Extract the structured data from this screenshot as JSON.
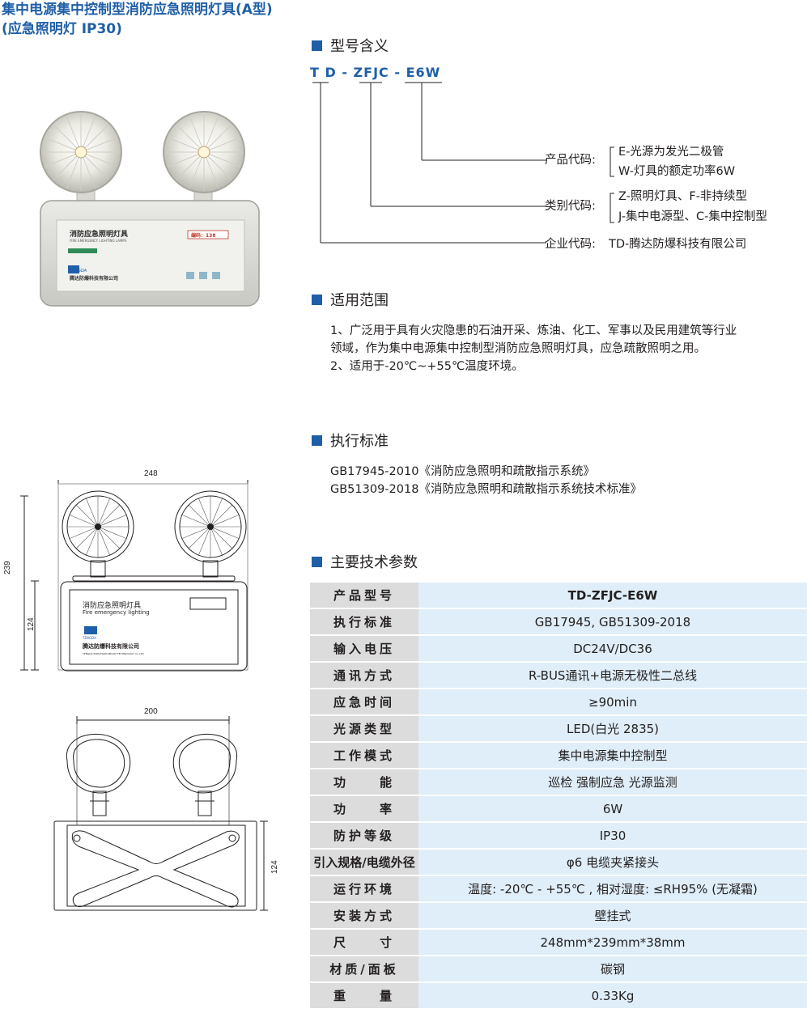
{
  "title": {
    "line1": "集中电源集中控制型消防应急照明灯具(A型)",
    "line2": "(应急照明灯 IP30)"
  },
  "sections": {
    "model_meaning": "型号含义",
    "scope": "适用范围",
    "standard": "执行标准",
    "params": "主要技术参数"
  },
  "model_code": {
    "part1": "T D",
    "sep1": " - ",
    "part2": "ZFJC",
    "sep2": " - ",
    "part3": "E6W"
  },
  "code_explain": {
    "product_label": "产品代码:",
    "product_1": "E-光源为发光二极管",
    "product_2": "W-灯具的额定功率6W",
    "category_label": "类别代码:",
    "category_1": "Z-照明灯具、F-非持续型",
    "category_2": "J-集中电源型、C-集中控制型",
    "company_label": "企业代码:",
    "company_1": "TD-腾达防爆科技有限公司"
  },
  "scope": {
    "line1": "1、广泛用于具有火灾隐患的石油开采、炼油、化工、军事以及民用建筑等行业",
    "line2": "领域，作为集中电源集中控制型消防应急照明灯具，应急疏散照明之用。",
    "line3": "2、适用于-20℃~+55℃温度环境。"
  },
  "standard": {
    "line1": "GB17945-2010《消防应急照明和疏散指示系统》",
    "line2": "GB51309-2018《消防应急照明和疏散指示系统技术标准》"
  },
  "product_photo": {
    "label_title": "消防应急照明灯具",
    "label_en": "FIRE EMERGENCY LIGHTING LAMPS",
    "code_badge": "编码：138",
    "brand": "TENGDA",
    "company": "腾达防爆科技有限公司"
  },
  "drawings": {
    "front": {
      "width": "248",
      "height": "239",
      "body_height": "124",
      "label_title": "消防应急照明灯具",
      "label_en": "Fire emergency lighting",
      "brand": "TENGDA",
      "company": "腾达防爆科技有限公司",
      "company_en": "TENGDA EXPLOSION PROOF TECHNOLOGY Co.,LTD"
    },
    "back": {
      "width": "200",
      "body_height": "124"
    }
  },
  "spec_table": [
    {
      "key": "产品型号",
      "value": "TD-ZFJC-E6W"
    },
    {
      "key": "执行标准",
      "value": "GB17945, GB51309-2018"
    },
    {
      "key": "输入电压",
      "value": "DC24V/DC36"
    },
    {
      "key": "通讯方式",
      "value": "R-BUS通讯+电源无极性二总线"
    },
    {
      "key": "应急时间",
      "value": "≥90min"
    },
    {
      "key": "光源类型",
      "value": "LED(白光 2835)"
    },
    {
      "key": "工作模式",
      "value": "集中电源集中控制型"
    },
    {
      "key": "功　　能",
      "value": "巡检 强制应急 光源监测"
    },
    {
      "key": "功　　率",
      "value": "6W"
    },
    {
      "key": "防护等级",
      "value": "IP30"
    },
    {
      "key": "引入规格/电缆外径",
      "value": "φ6 电缆夹紧接头"
    },
    {
      "key": "运行环境",
      "value": "温度: -20℃ - +55℃ , 相对湿度: ≤RH95% (无凝霜)"
    },
    {
      "key": "安装方式",
      "value": "壁挂式"
    },
    {
      "key": "尺　　寸",
      "value": "248mm*239mm*38mm"
    },
    {
      "key": "材质/面板",
      "value": "碳钢"
    },
    {
      "key": "重　　量",
      "value": "0.33Kg"
    }
  ],
  "colors": {
    "brand_blue": "#1f5fa8",
    "key_cell": "#dcdcdd",
    "value_cell": "#dfeef8"
  }
}
